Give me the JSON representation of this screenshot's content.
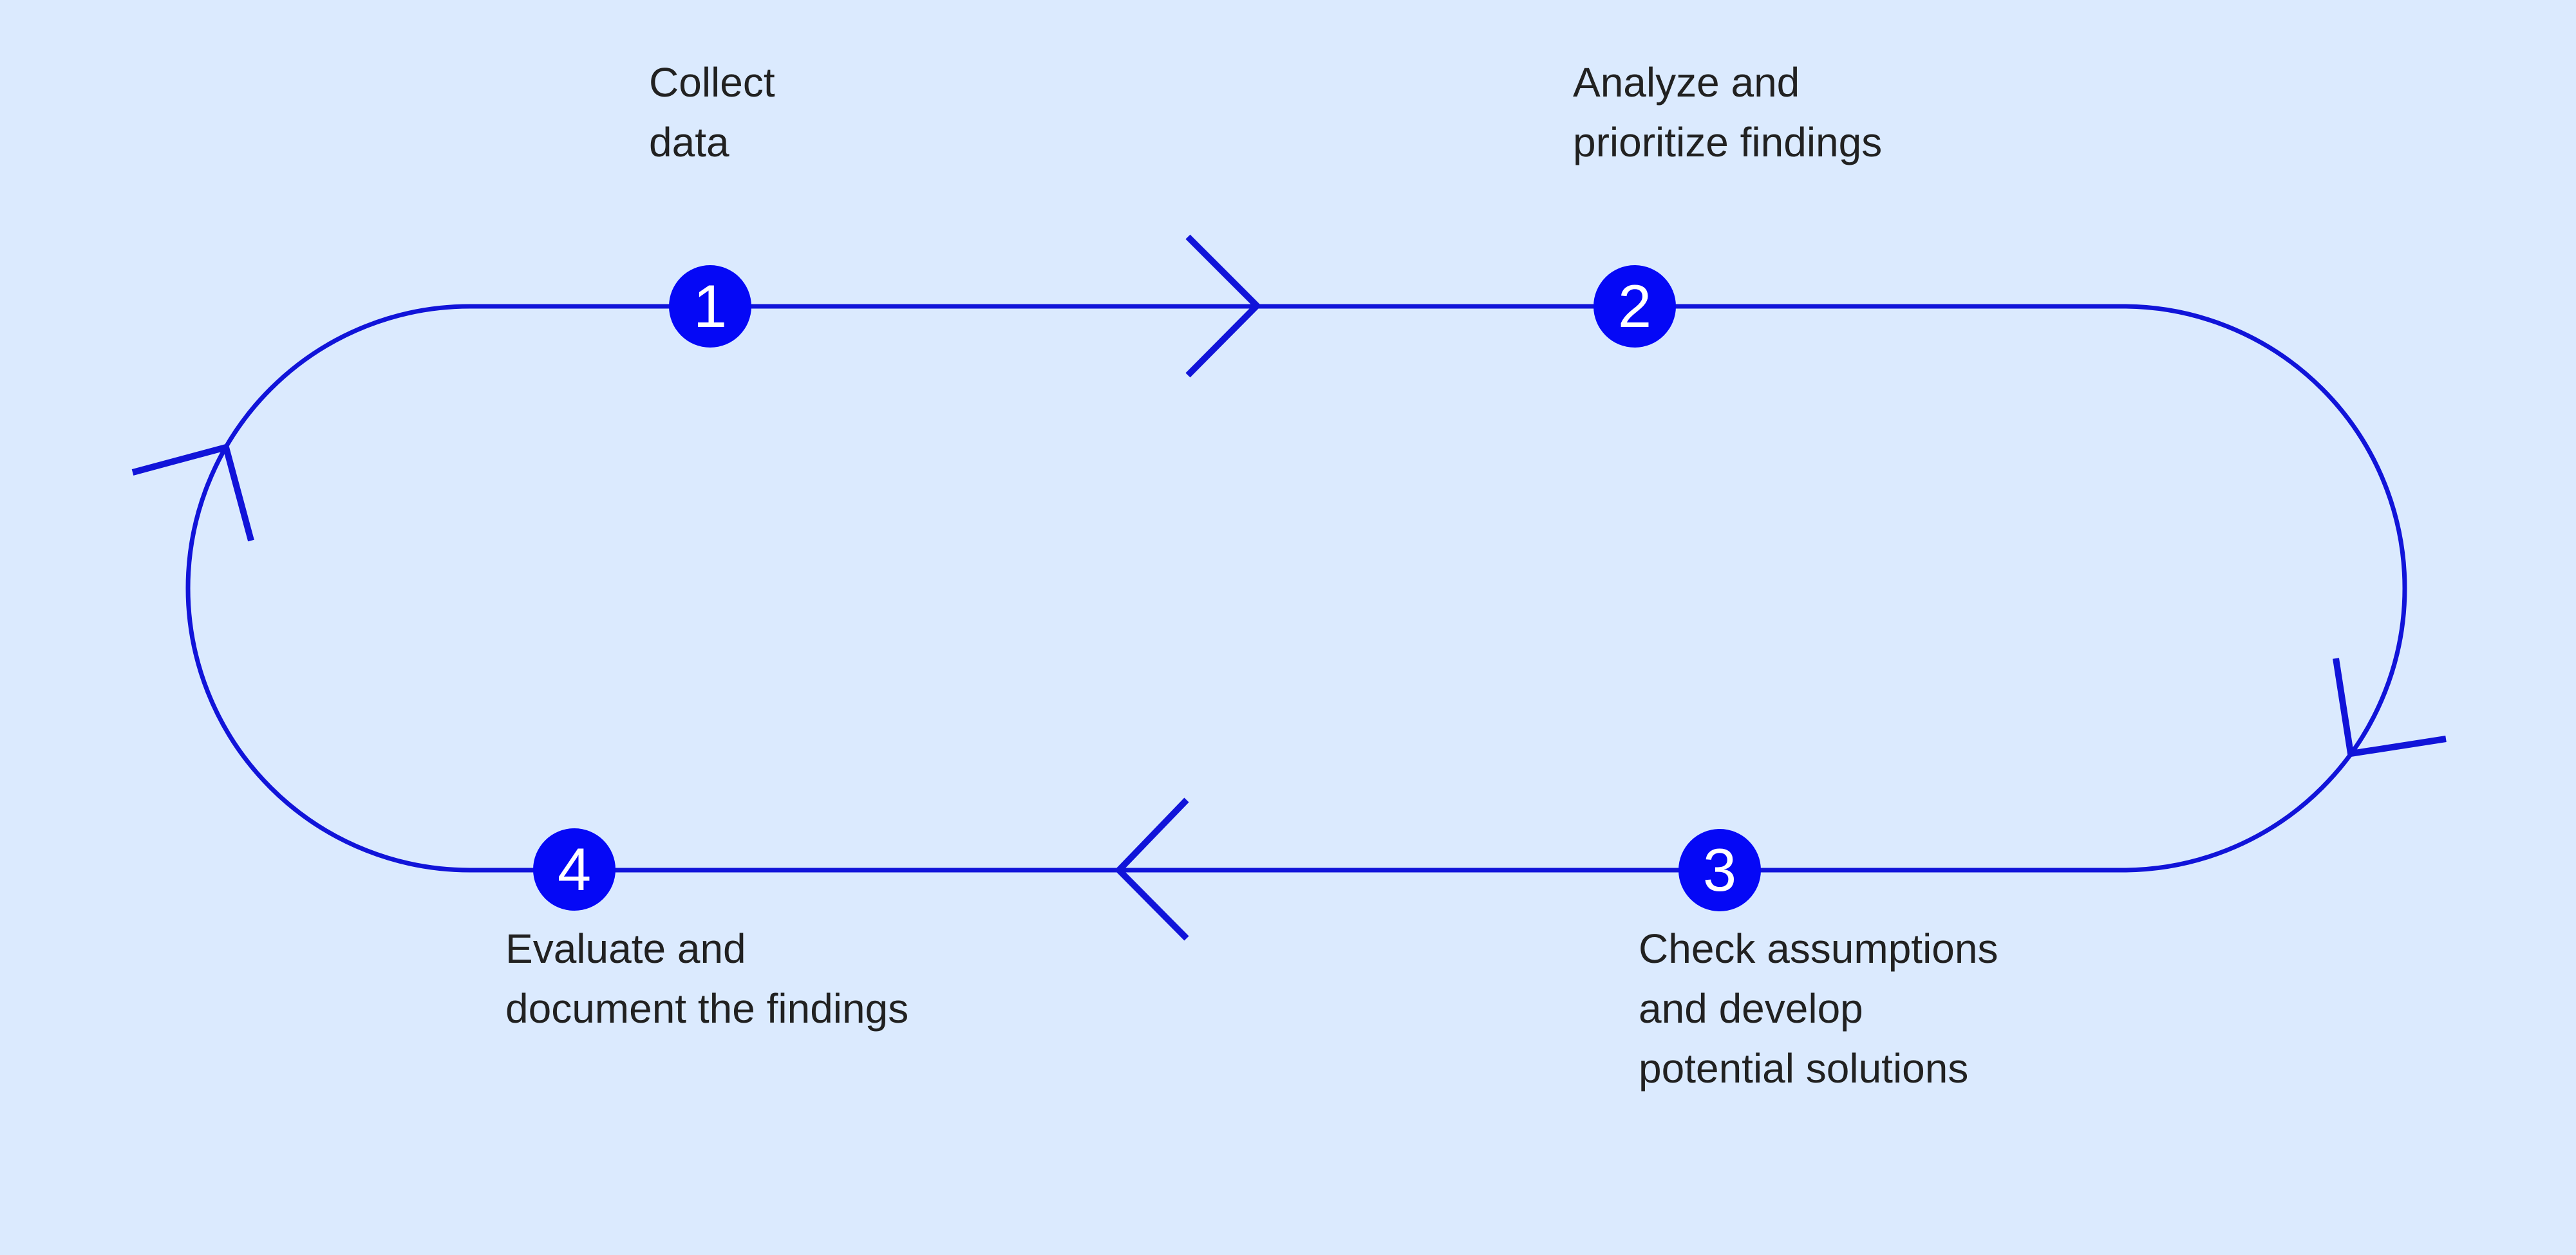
{
  "diagram": {
    "type": "cycle-process-diagram",
    "flow_direction": "clockwise",
    "steps": [
      {
        "number": "1",
        "label": "Collect\ndata"
      },
      {
        "number": "2",
        "label": "Analyze and\nprioritize findings"
      },
      {
        "number": "3",
        "label": "Check assumptions\nand develop\npotential solutions"
      },
      {
        "number": "4",
        "label": "Evaluate and\ndocument the findings"
      }
    ],
    "icons": {
      "top_arrow": "chevron-right-icon",
      "right_arrow": "chevron-down-left-icon",
      "bottom_arrow": "chevron-left-icon",
      "left_arrow": "chevron-up-right-icon"
    },
    "colors": {
      "background": "#dbeafe",
      "loop_stroke": "#1114d9",
      "circle_fill": "#0508f6",
      "number_text": "#ffffff",
      "label_text": "#212121"
    }
  }
}
